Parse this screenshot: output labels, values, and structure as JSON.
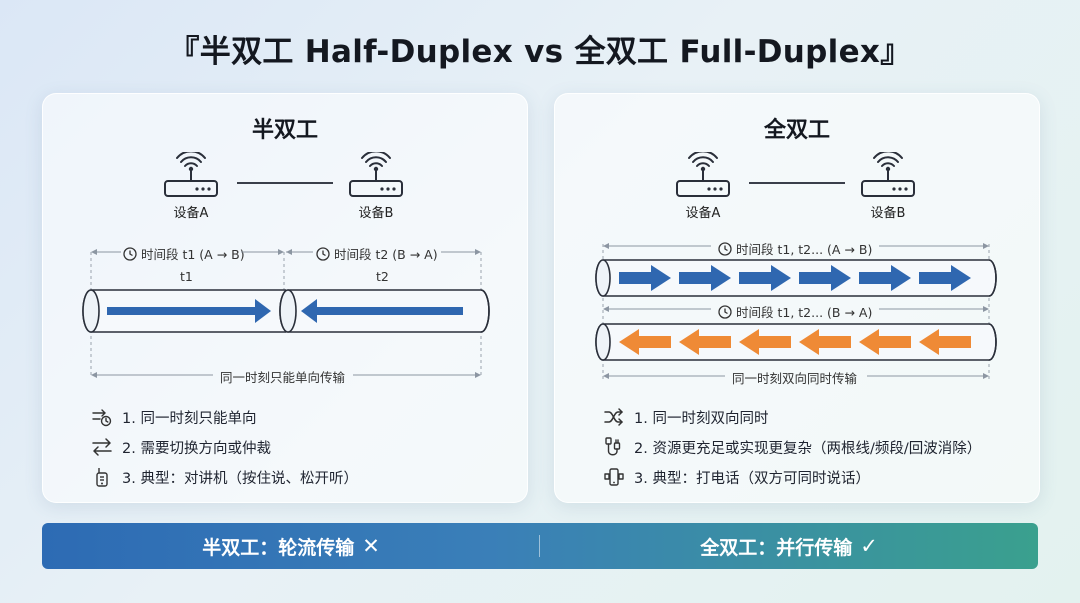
{
  "title": "『半双工 Half-Duplex vs 全双工 Full-Duplex』",
  "colors": {
    "blue": "#2f67b0",
    "orange": "#ef8a36",
    "bar_start": "#2d6bb4",
    "bar_end": "#3aa08e"
  },
  "half": {
    "title": "半双工",
    "device_a": "设备A",
    "device_b": "设备B",
    "period_1": "时间段 t1 (A → B)",
    "period_2": "时间段 t2 (B → A)",
    "t1": "t1",
    "t2": "t2",
    "note": "同一时刻只能单向传输",
    "items": [
      {
        "icon": "one-way-timer-icon",
        "text": "1. 同一时刻只能单向"
      },
      {
        "icon": "switch-arrows-icon",
        "text": "2. 需要切换方向或仲裁"
      },
      {
        "icon": "walkie-talkie-icon",
        "text": "3. 典型：对讲机（按住说、松开听）"
      }
    ]
  },
  "full": {
    "title": "全双工",
    "device_a": "设备A",
    "device_b": "设备B",
    "period_ab": "时间段 t1, t2... (A → B)",
    "period_ba": "时间段 t1, t2... (B → A)",
    "note": "同一时刻双向同时传输",
    "items": [
      {
        "icon": "shuffle-icon",
        "text": "1. 同一时刻双向同时"
      },
      {
        "icon": "cable-icon",
        "text": "2. 资源更充足或实现更复杂（两根线/频段/回波消除）"
      },
      {
        "icon": "phone-call-icon",
        "text": "3. 典型：打电话（双方可同时说话）"
      }
    ]
  },
  "bottom": {
    "left": "半双工：轮流传输",
    "left_mark": "✕",
    "right": "全双工：并行传输",
    "right_mark": "✓"
  }
}
